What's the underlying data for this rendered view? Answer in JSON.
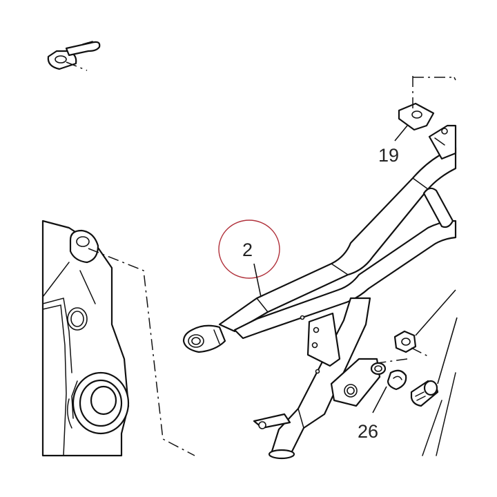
{
  "callouts": {
    "part_2": "2",
    "part_19": "19",
    "part_26": "26"
  },
  "colors": {
    "line": "#111111",
    "highlight_circle": "#b0303a",
    "label": "#222222",
    "background": "#ffffff"
  }
}
